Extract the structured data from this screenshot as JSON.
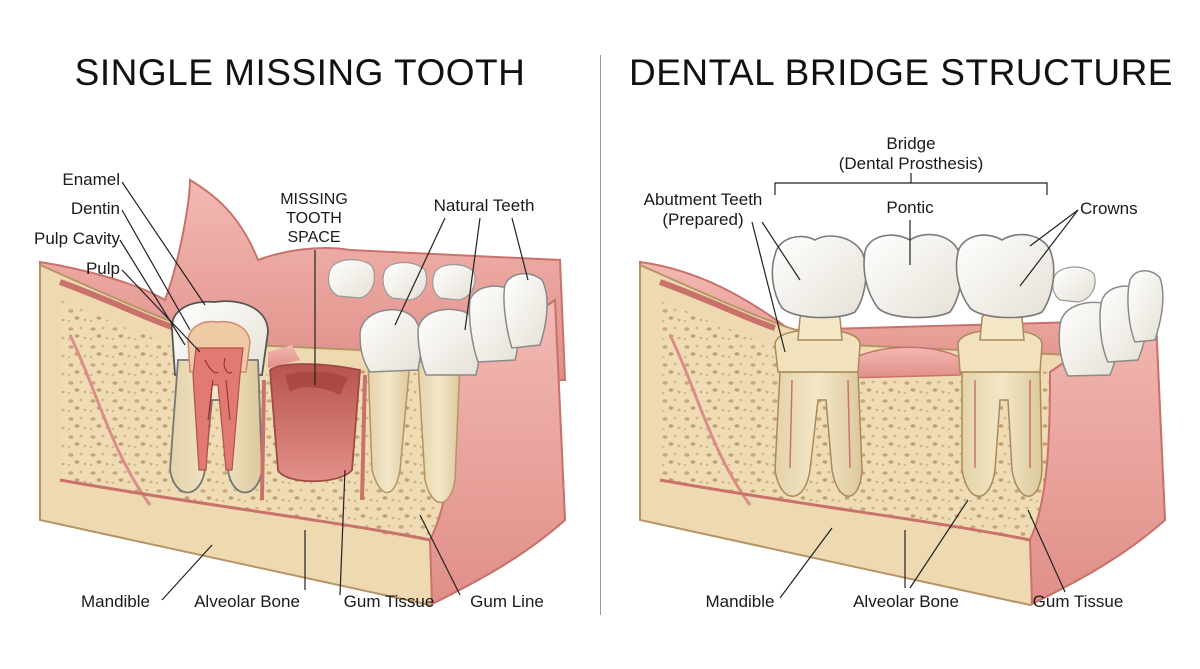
{
  "left_panel": {
    "title": "SINGLE MISSING TOOTH",
    "labels": {
      "enamel": "Enamel",
      "dentin": "Dentin",
      "pulp_cavity": "Pulp Cavity",
      "pulp": "Pulp",
      "missing_space_1": "MISSING",
      "missing_space_2": "TOOTH",
      "missing_space_3": "SPACE",
      "natural_teeth": "Natural Teeth",
      "mandible": "Mandible",
      "alveolar_bone": "Alveolar Bone",
      "gum_tissue": "Gum Tissue",
      "gum_line": "Gum Line"
    }
  },
  "right_panel": {
    "title": "DENTAL BRIDGE STRUCTURE",
    "labels": {
      "bridge_1": "Bridge",
      "bridge_2": "(Dental Prosthesis)",
      "abutment_1": "Abutment Teeth",
      "abutment_2": "(Prepared)",
      "pontic": "Pontic",
      "crowns": "Crowns",
      "mandible": "Mandible",
      "alveolar_bone": "Alveolar Bone",
      "gum_tissue": "Gum Tissue"
    }
  },
  "colors": {
    "gum": "#e8a19c",
    "gum_dark": "#c9726c",
    "bone": "#efdcb4",
    "bone_spot": "#c9a878",
    "tooth": "#f7f4ec",
    "root": "#ecdfbf",
    "pulp": "#e07a72",
    "line": "#222222"
  }
}
